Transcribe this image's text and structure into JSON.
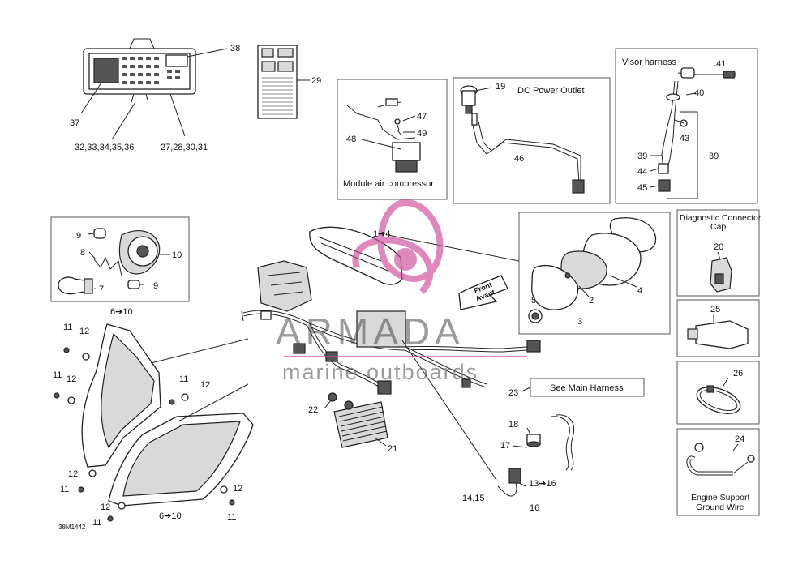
{
  "diagram_code": "38M1442",
  "captions": {
    "module_air_compressor": "Module air compressor",
    "dc_power_outlet": "DC Power Outlet",
    "visor_harness": "Visor harness",
    "diagnostic_connector_cap": [
      "Diagnostic Connector",
      "Cap"
    ],
    "see_main_harness": "See Main Harness",
    "engine_support_ground_wire": [
      "Engine Support",
      "Ground Wire"
    ],
    "front_arrow": [
      "Front",
      "Avant"
    ]
  },
  "watermark": {
    "brand": "ARMADA",
    "tagline": "marine outboards",
    "color": "#d04a9a"
  },
  "callouts": {
    "c38": "38",
    "c37": "37",
    "c32_36": "32,33,34,35,36",
    "c27_31": "27,28,30,31",
    "c29": "29",
    "c47": "47",
    "c49": "49",
    "c48": "48",
    "c19": "19",
    "c46": "46",
    "c41": "41",
    "c40": "40",
    "c43": "43",
    "c39a": "39",
    "c39b": "39",
    "c44": "44",
    "c45": "45",
    "c9a": "9",
    "c9b": "9",
    "c10": "10",
    "c8": "8",
    "c7": "7",
    "c6_10a": "6➔10",
    "c1_4": "1➔4",
    "c2": "2",
    "c3": "3",
    "c4": "4",
    "c5": "5",
    "c20": "20",
    "c25": "25",
    "c26": "26",
    "c24": "24",
    "c11a": "11",
    "c12a": "12",
    "c11b": "11",
    "c12b": "12",
    "c11c": "11",
    "c12c": "12",
    "c12d": "12",
    "c11d": "11",
    "c12e": "12",
    "c11e": "11",
    "c12f": "12",
    "c11f": "11",
    "c6_10b": "6➔10",
    "c22": "22",
    "c21": "21",
    "c23": "23",
    "c18": "18",
    "c17": "17",
    "c13_16": "13➔16",
    "c14_15": "14,15",
    "c16": "16"
  }
}
